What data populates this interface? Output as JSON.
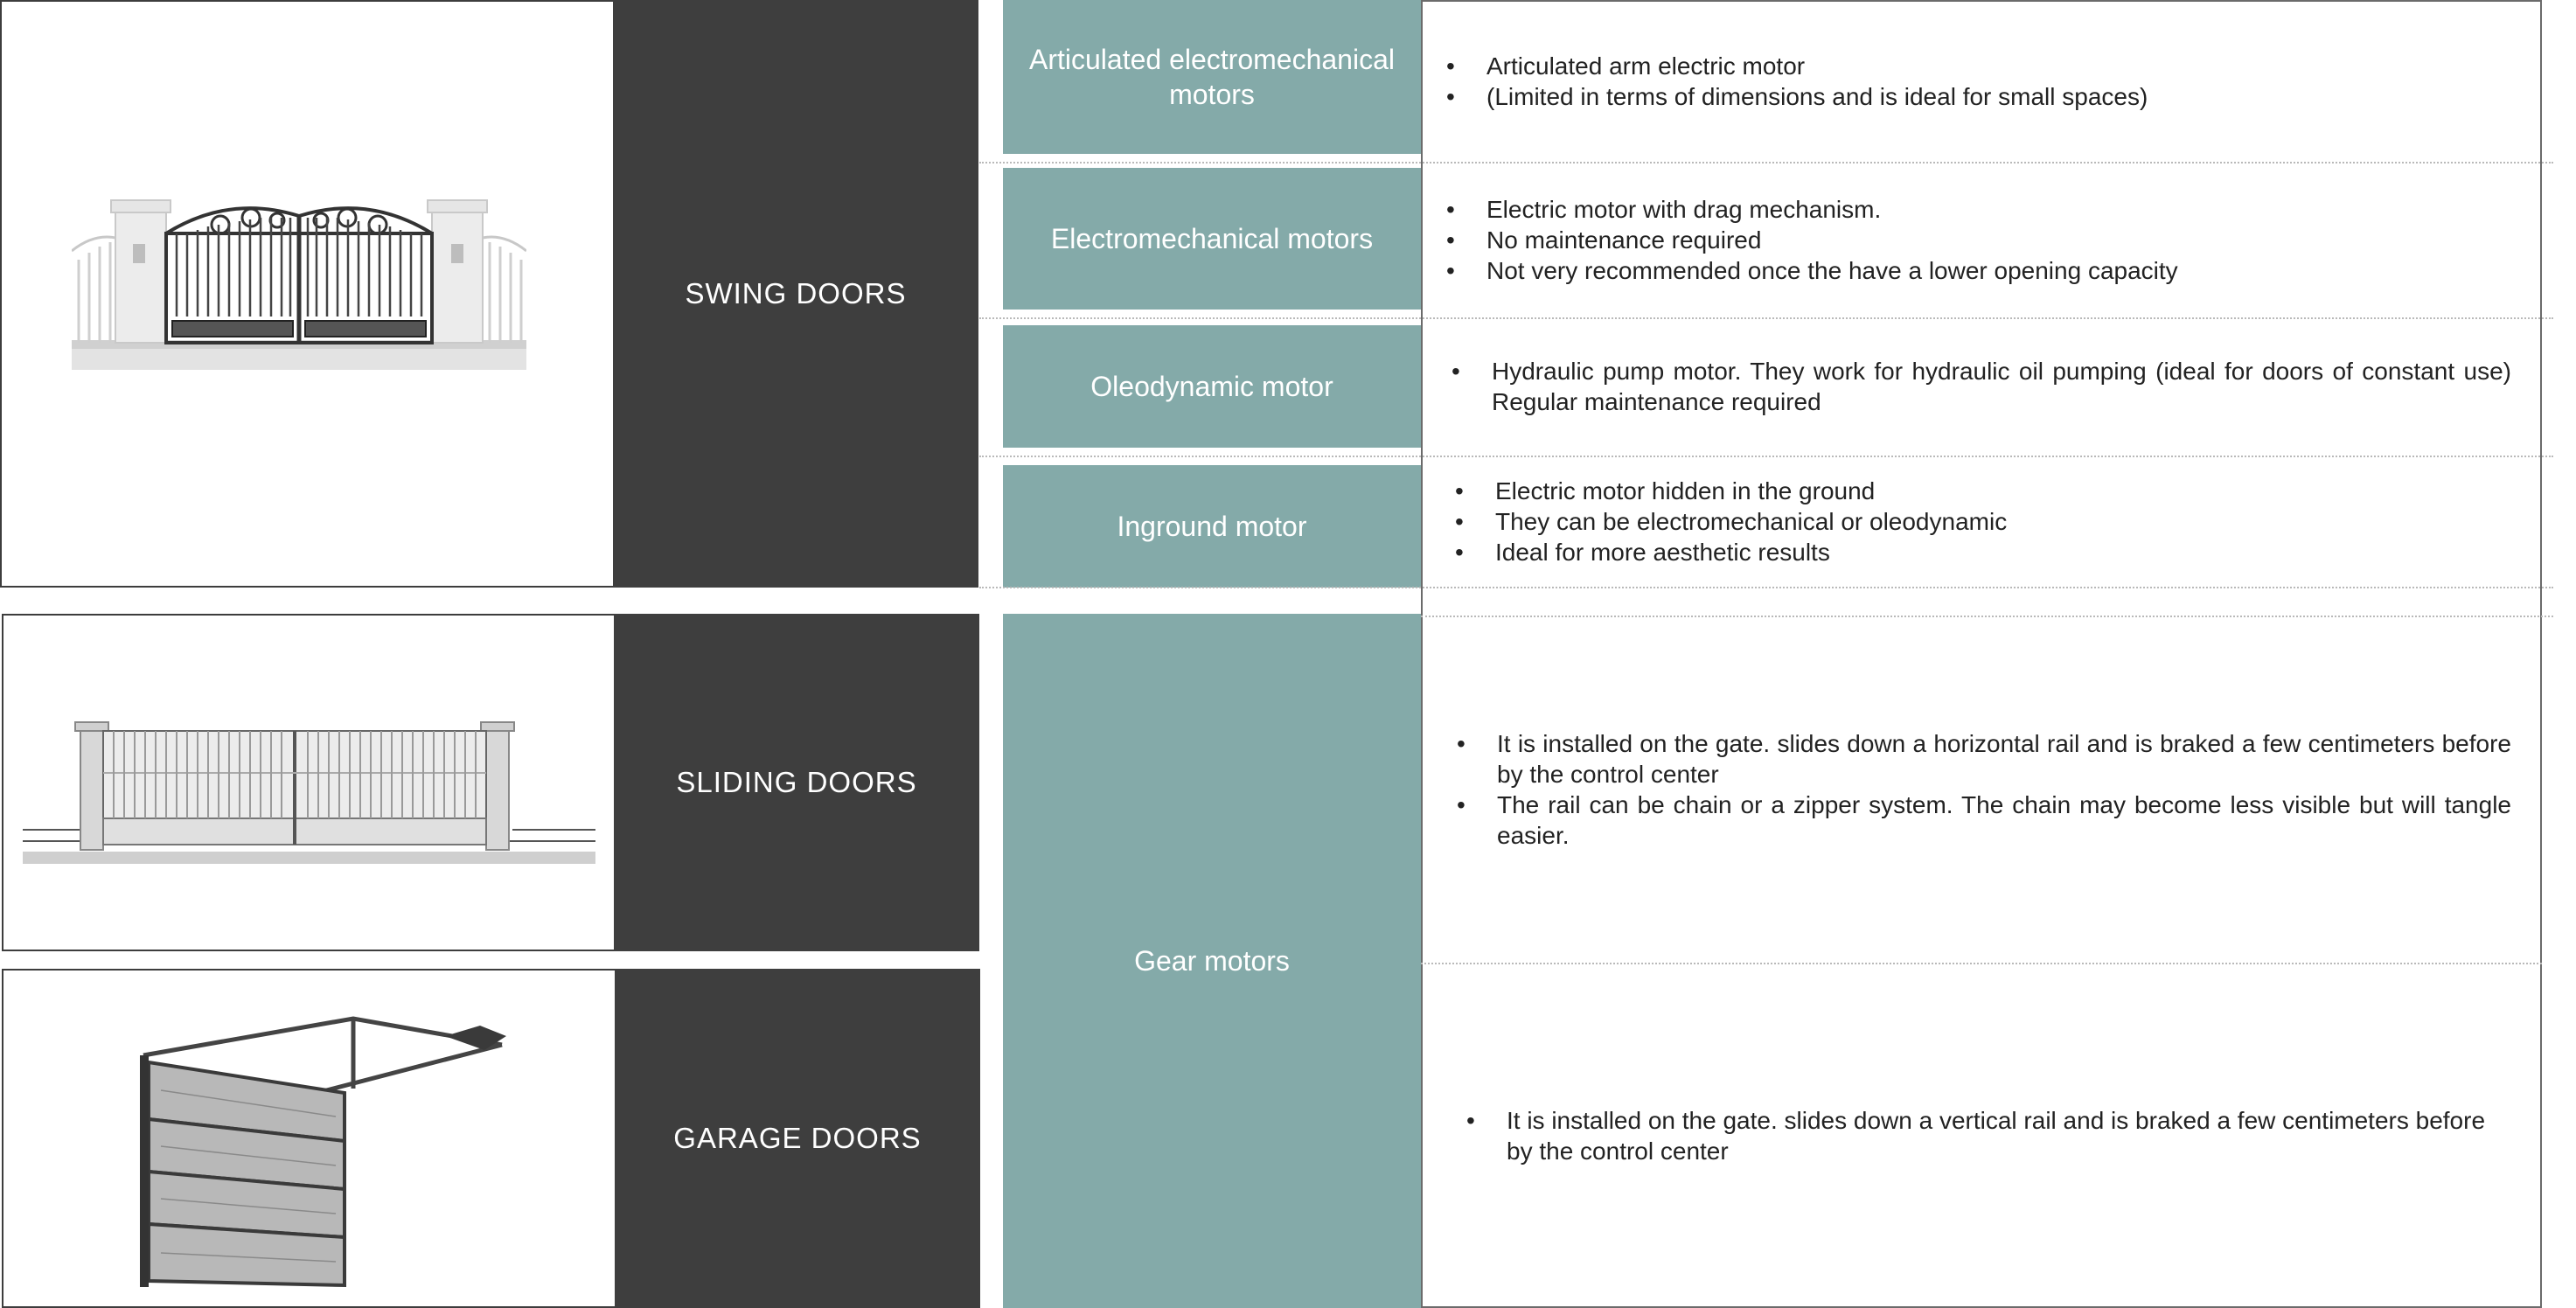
{
  "categories": [
    {
      "label": "SWING DOORS",
      "image_icon": "swing-gate-icon"
    },
    {
      "label": "SLIDING DOORS",
      "image_icon": "sliding-gate-icon"
    },
    {
      "label": "GARAGE DOORS",
      "image_icon": "garage-door-icon"
    }
  ],
  "motors": [
    {
      "label": "Articulated electromechanical motors",
      "bullets": [
        "Articulated arm electric motor",
        "(Limited in terms of dimensions and is ideal for small spaces)"
      ]
    },
    {
      "label": "Electromechanical motors",
      "bullets": [
        "Electric motor with drag mechanism.",
        "No maintenance required",
        "Not very recommended once the have a lower opening capacity"
      ]
    },
    {
      "label": "Oleodynamic motor",
      "bullets": [
        "Hydraulic pump motor. They work for hydraulic oil pumping (ideal for doors of constant use) Regular maintenance required"
      ]
    },
    {
      "label": "Inground motor",
      "bullets": [
        "Electric motor hidden in the ground",
        "They can be electromechanical or oleodynamic",
        "Ideal for more aesthetic results"
      ]
    },
    {
      "label": "Gear motors",
      "bullets_sliding": [
        "It is installed on the gate. slides down a horizontal rail and is braked a few centimeters before by the control center",
        "The rail can be chain or a zipper system. The chain may become less visible but will tangle easier."
      ],
      "bullets_garage": [
        "It is installed on the gate. slides down a vertical rail and is braked a few centimeters before by the control center"
      ]
    }
  ],
  "colors": {
    "dark": "#3e3e3e",
    "teal": "#84aaa9",
    "border": "#3d3d3d"
  }
}
